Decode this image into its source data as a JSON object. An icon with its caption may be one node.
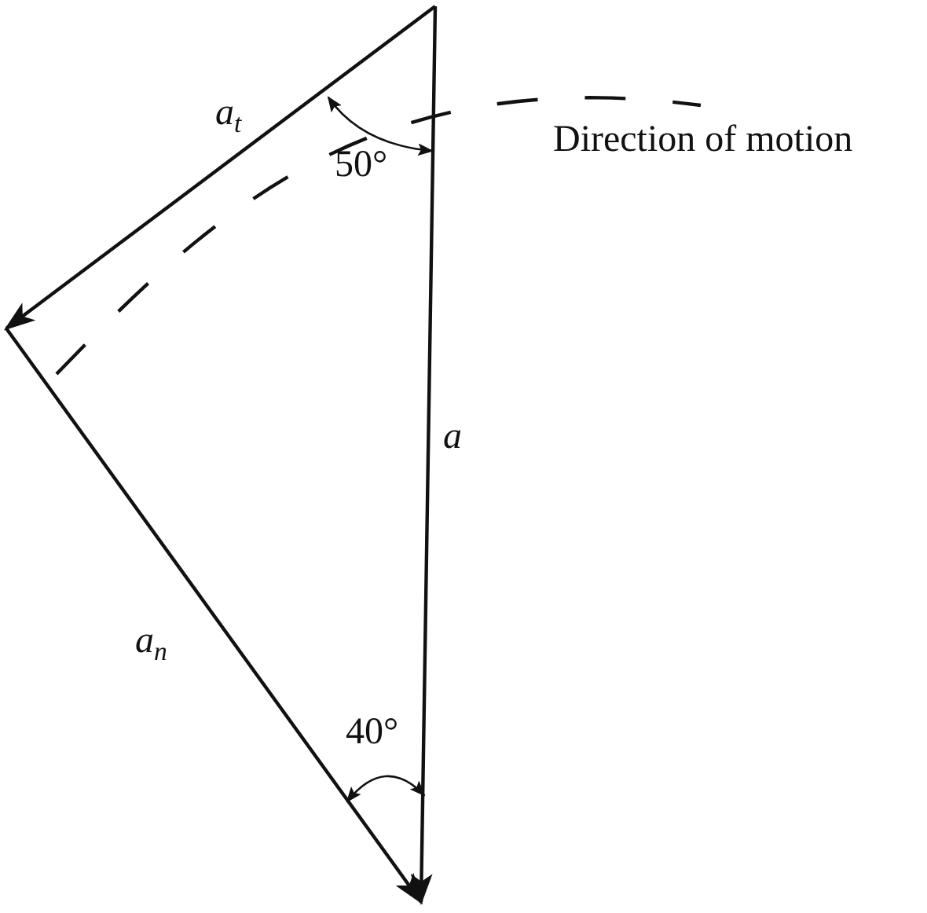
{
  "diagram": {
    "labels": [
      "a$_{t}$",
      "50°",
      "Direction of motion",
      "a",
      "a$_{n}$",
      "40°"
    ]
  }
}
